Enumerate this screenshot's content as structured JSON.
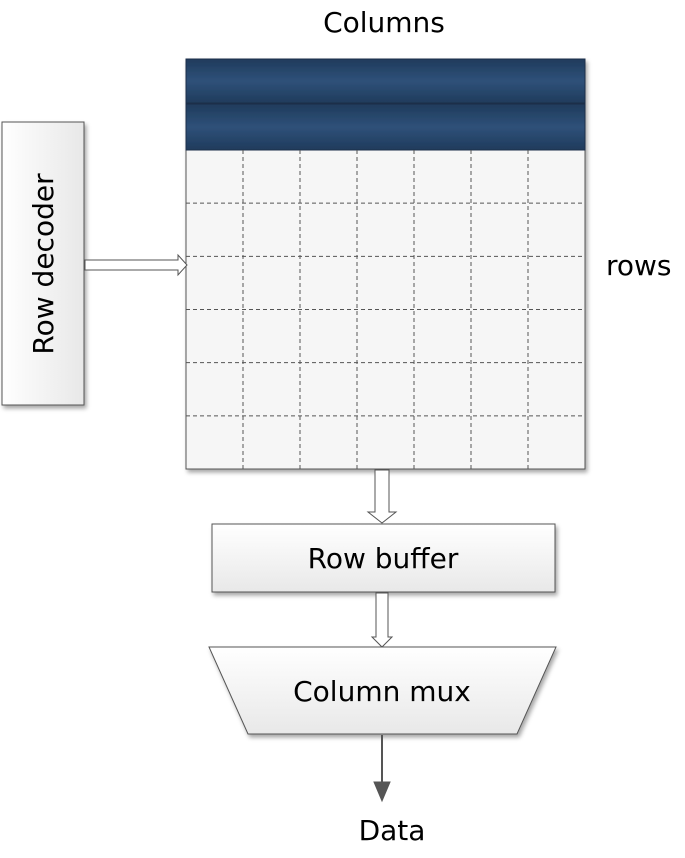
{
  "labels": {
    "columns": "Columns",
    "rows": "rows",
    "row_decoder": "Row decoder",
    "row_buffer": "Row buffer",
    "column_mux": "Column mux",
    "data": "Data"
  },
  "colors": {
    "header_fill": "#2b4a6e",
    "cell_fill": "#f6f6f6",
    "gridline": "#555555",
    "border": "#555555"
  },
  "grid": {
    "columns": 7,
    "rows": 6,
    "header_bands": 2
  }
}
